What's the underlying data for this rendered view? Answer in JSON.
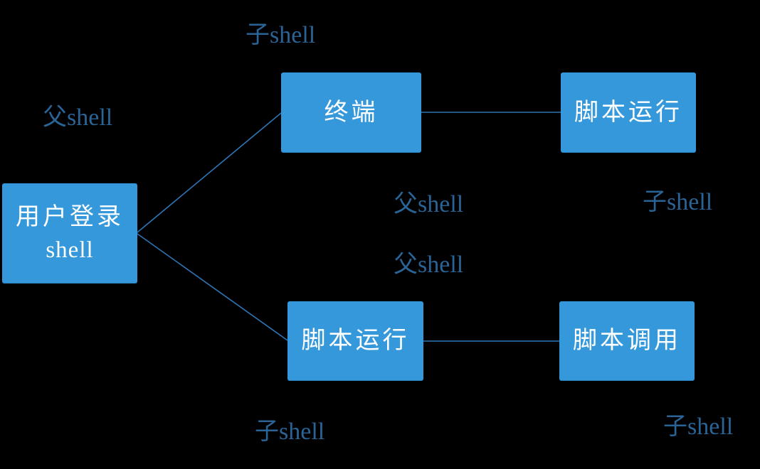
{
  "colors": {
    "background": "#000000",
    "node_fill": "#3498db",
    "node_text": "#ffffff",
    "label_text": "#2a6496",
    "connector": "#2e75b6"
  },
  "nodes": {
    "user_login": {
      "line1": "用户登录",
      "line2": "shell"
    },
    "terminal": {
      "label": "终端"
    },
    "script_run_top": {
      "label": "脚本运行"
    },
    "script_run_bottom": {
      "label": "脚本运行"
    },
    "script_call": {
      "label": "脚本调用"
    }
  },
  "labels": {
    "parent_left": "父shell",
    "child_top": "子shell",
    "parent_mid_upper": "父shell",
    "parent_mid_lower": "父shell",
    "child_right_top": "子shell",
    "child_bottom_left": "子shell",
    "child_bottom_right": "子shell"
  },
  "edges": [
    {
      "from": "user_login",
      "to": "terminal",
      "from_role": "父shell",
      "to_role": "子shell"
    },
    {
      "from": "user_login",
      "to": "script_run_bottom",
      "from_role": "父shell",
      "to_role": "子shell"
    },
    {
      "from": "terminal",
      "to": "script_run_top",
      "from_role": "父shell",
      "to_role": "子shell"
    },
    {
      "from": "script_run_bottom",
      "to": "script_call",
      "from_role": "父shell",
      "to_role": "子shell"
    }
  ]
}
